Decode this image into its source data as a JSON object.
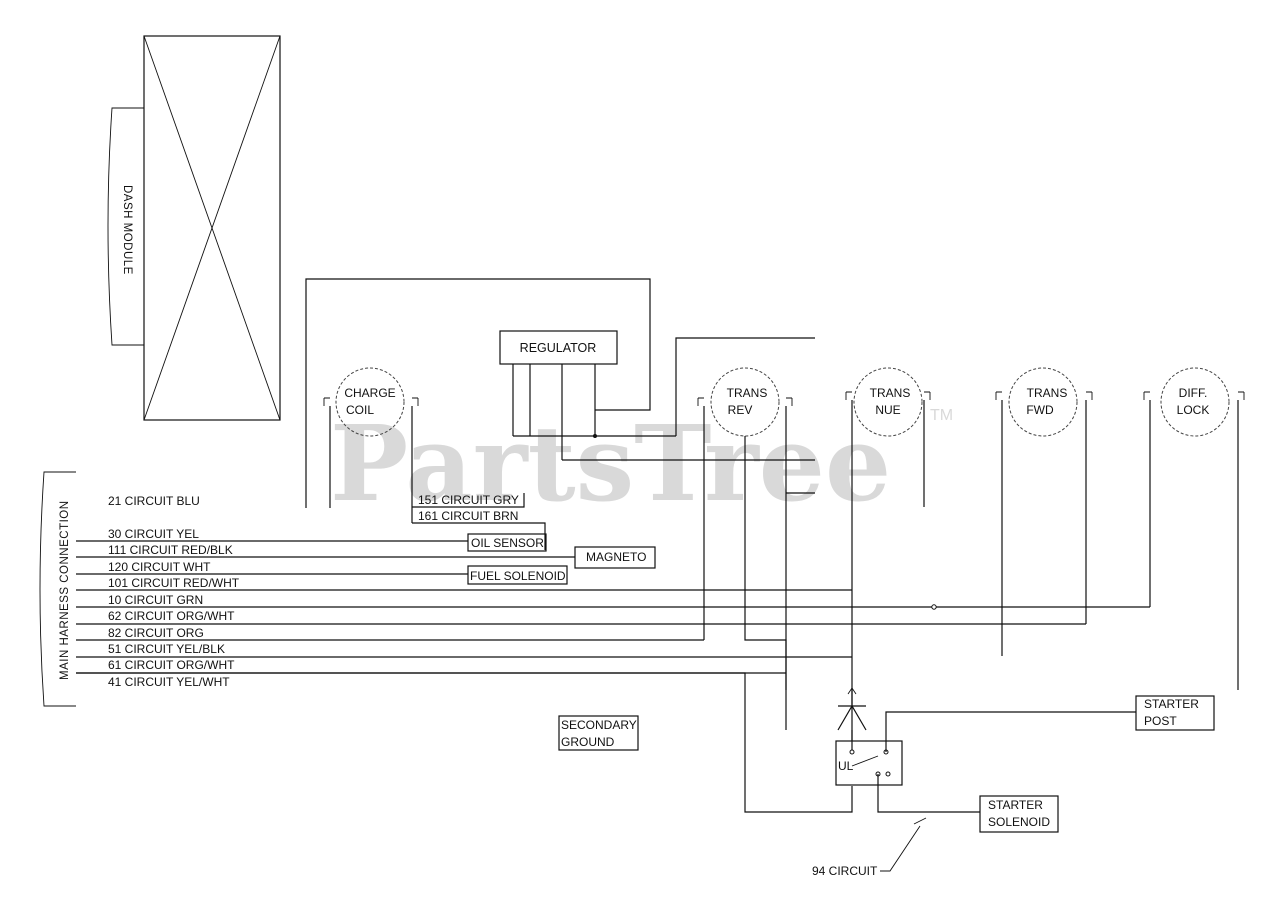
{
  "watermark": {
    "text": "PartsTree",
    "trademark": "TM"
  },
  "dash_module": {
    "label": "DASH MODULE"
  },
  "main_harness": {
    "label": "MAIN HARNESS CONNECTION"
  },
  "components": {
    "charge_coil": {
      "line1": "CHARGE",
      "line2": "COIL"
    },
    "regulator": {
      "label": "REGULATOR"
    },
    "trans_rev": {
      "line1": "TRANS",
      "line2": "REV"
    },
    "trans_nue": {
      "line1": "TRANS",
      "line2": "NUE"
    },
    "trans_fwd": {
      "line1": "TRANS",
      "line2": "FWD"
    },
    "diff_lock": {
      "line1": "DIFF.",
      "line2": "LOCK"
    },
    "oil_sensor": {
      "label": "OIL SENSOR"
    },
    "magneto": {
      "label": "MAGNETO"
    },
    "fuel_solenoid": {
      "label": "FUEL SOLENOID"
    },
    "secondary_ground": {
      "line1": "SECONDARY",
      "line2": "GROUND"
    },
    "starter_post": {
      "line1": "STARTER",
      "line2": "POST"
    },
    "starter_solenoid": {
      "line1": "STARTER",
      "line2": "SOLENOID"
    },
    "ul_mark": {
      "label": "UL"
    }
  },
  "circuits": [
    "21 CIRCUIT BLU",
    "30 CIRCUIT YEL",
    "111 CIRCUIT RED/BLK",
    "120 CIRCUIT WHT",
    "101 CIRCUIT RED/WHT",
    "10 CIRCUIT GRN",
    "62 CIRCUIT ORG/WHT",
    "82 CIRCUIT ORG",
    "51 CIRCUIT YEL/BLK",
    "61 CIRCUIT ORG/WHT",
    "41 CIRCUIT YEL/WHT"
  ],
  "coil_circuits": [
    "151 CIRCUIT GRY",
    "161 CIRCUIT BRN"
  ],
  "circuit_94": {
    "label": "94 CIRCUIT"
  }
}
